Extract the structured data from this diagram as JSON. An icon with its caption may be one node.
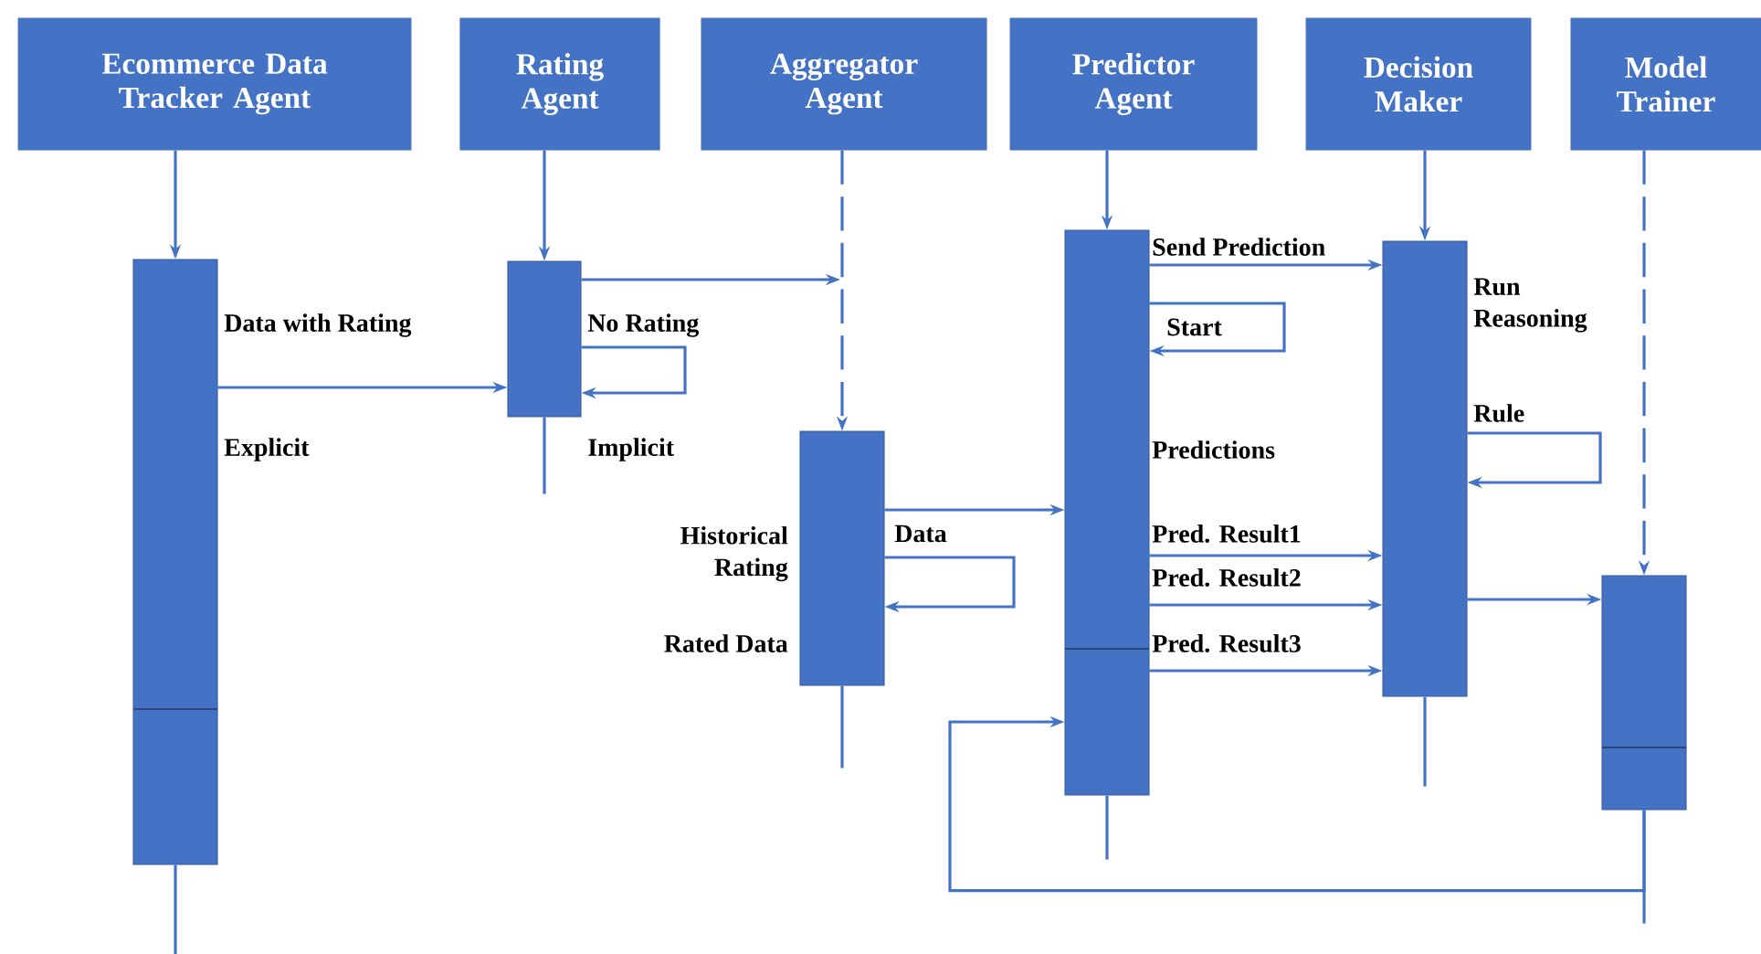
{
  "diagram": {
    "nodes": [
      {
        "text": [
          "Ecommerce Data Tracker Agent"
        ]
      },
      {
        "text": [
          "Rating Agent"
        ]
      },
      {
        "text": [
          "Aggregator Agent"
        ]
      },
      {
        "text": [
          "Predictor Agent"
        ]
      },
      {
        "text": [
          "Decision Maker"
        ]
      },
      {
        "text": [
          "Model Trainer"
        ]
      },
      {
        "text": [],
        "shape": "bar"
      },
      {
        "text": [],
        "shape": "bar"
      },
      {
        "text": [],
        "shape": "bar"
      },
      {
        "text": [],
        "shape": "bar"
      },
      {
        "text": [],
        "shape": "bar"
      },
      {
        "text": [],
        "shape": "bar"
      }
    ],
    "edges": [
      {
        "from": 0,
        "to": 6,
        "arrow": "to"
      },
      {
        "from": 1,
        "to": 7,
        "arrow": "to"
      },
      {
        "from": 2,
        "to": 8,
        "arrow": "to",
        "style": "dashed"
      },
      {
        "from": 3,
        "to": 9,
        "arrow": "to"
      },
      {
        "from": 4,
        "to": 10,
        "arrow": "to"
      },
      {
        "from": 5,
        "to": 11,
        "arrow": "to",
        "style": "dashed"
      },
      {
        "from": 6,
        "to": 7,
        "arrow": "to",
        "label": "Data with Rating"
      },
      {
        "from": 7,
        "to": 7,
        "arrow": "to",
        "label": "No Rating"
      },
      {
        "from": 7,
        "to": null,
        "arrow": "to"
      },
      {
        "from": 8,
        "to": 9,
        "arrow": "to"
      },
      {
        "from": 8,
        "to": 8,
        "arrow": "to",
        "label": "Data"
      },
      {
        "from": 9,
        "to": 10,
        "arrow": "to",
        "label": "Send Prediction"
      },
      {
        "from": 9,
        "to": 9,
        "arrow": "to",
        "label": "Start"
      },
      {
        "from": 10,
        "to": 10,
        "arrow": "to",
        "label": "Rule"
      },
      {
        "from": 9,
        "to": 10,
        "arrow": "to",
        "label": "Pred. Result1"
      },
      {
        "from": 9,
        "to": 10,
        "arrow": "to",
        "label": "Pred. Result2"
      },
      {
        "from": 9,
        "to": 10,
        "arrow": "to",
        "label": "Pred. Result3"
      },
      {
        "from": 10,
        "to": 11,
        "arrow": "to"
      },
      {
        "from": 11,
        "to": 9,
        "arrow": "to"
      },
      {
        "from": 6,
        "to": null,
        "arrow": "none"
      },
      {
        "from": 7,
        "to": null,
        "arrow": "none"
      },
      {
        "from": 8,
        "to": null,
        "arrow": "none"
      },
      {
        "from": 9,
        "to": null,
        "arrow": "none"
      },
      {
        "from": 10,
        "to": null,
        "arrow": "none"
      },
      {
        "from": 11,
        "to": null,
        "arrow": "none"
      }
    ],
    "labels": [
      "Run Reasoning",
      "Explicit",
      "Implicit",
      "Predictions",
      "Historical Rating",
      "Rated Data"
    ]
  }
}
